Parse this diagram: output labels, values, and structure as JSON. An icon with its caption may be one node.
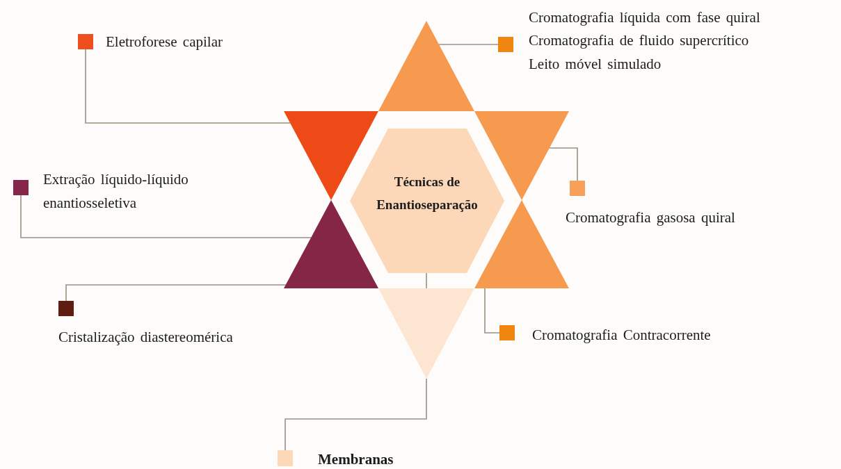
{
  "diagram": {
    "nodes": [
      {
        "text": [
          "Técnicas de Enantioseparação"
        ]
      },
      {
        "text": [],
        "shape": "triangle"
      },
      {
        "text": [],
        "shape": "triangle"
      },
      {
        "text": [],
        "shape": "triangle"
      },
      {
        "text": [],
        "shape": "triangle"
      },
      {
        "text": [],
        "shape": "triangle"
      },
      {
        "text": [],
        "shape": "triangle"
      },
      {
        "text": [],
        "shape": "box",
        "beside": [
          "Eletroforese capilar"
        ]
      },
      {
        "text": [],
        "shape": "box",
        "beside": [
          "Cromatografia líquida com fase quiral",
          "Cromatografia de fluido supercrítico",
          "Leito móvel simulado"
        ]
      },
      {
        "text": [],
        "shape": "box"
      },
      {
        "text": [],
        "shape": "box",
        "beside": [
          "Extração líquido-líquido enantiosseletiva"
        ]
      },
      {
        "text": [],
        "shape": "box",
        "beside": [
          "Cristalização diastereomérica"
        ]
      },
      {
        "text": [],
        "shape": "box",
        "beside": [
          "Cromatografia Contracorrente"
        ]
      },
      {
        "text": [],
        "shape": "box",
        "beside": [
          "Membranas"
        ]
      }
    ],
    "edges": [
      {
        "from": 2,
        "to": 7,
        "arrow": "none"
      },
      {
        "from": 1,
        "to": 8,
        "arrow": "none"
      },
      {
        "from": 3,
        "to": 9,
        "arrow": "none"
      },
      {
        "from": 4,
        "to": 10,
        "arrow": "none"
      },
      {
        "from": 4,
        "to": 11,
        "arrow": "none"
      },
      {
        "from": 0,
        "to": 6,
        "arrow": "none"
      },
      {
        "from": 5,
        "to": 12,
        "arrow": "none"
      },
      {
        "from": 6,
        "to": 13,
        "arrow": "none"
      }
    ],
    "labels": [
      "Cromatografia gasosa quiral"
    ]
  }
}
